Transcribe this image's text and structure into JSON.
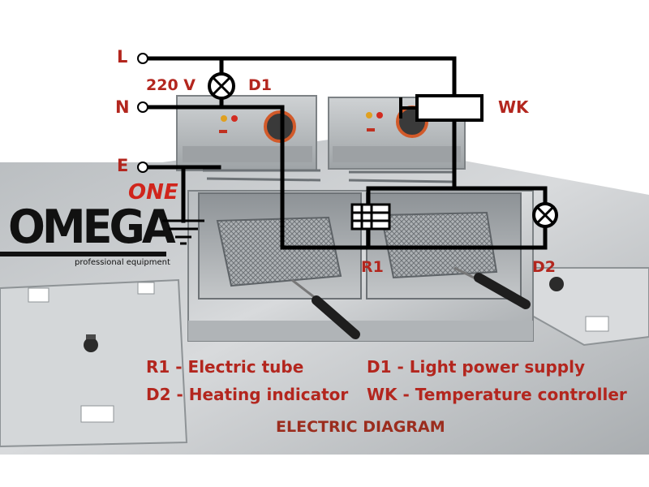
{
  "terminals": {
    "line": "L",
    "neutral": "N",
    "earth": "E"
  },
  "voltage": "220 V",
  "components": {
    "d1": "D1",
    "wk": "WK",
    "r1": "R1",
    "d2": "D2"
  },
  "logo": {
    "wordmark": "OMEGA",
    "one": "ONE",
    "tagline": "professional equipment"
  },
  "legend": [
    "R1 - Electric tube",
    "D2 - Heating indicator",
    "D1 - Light power supply",
    "WK - Temperature controller"
  ],
  "title": "ELECTRIC DIAGRAM",
  "colors": {
    "label": "#b3261e",
    "wire": "#000000",
    "steel": "#c9ccce",
    "brand_red": "#d0251c"
  }
}
